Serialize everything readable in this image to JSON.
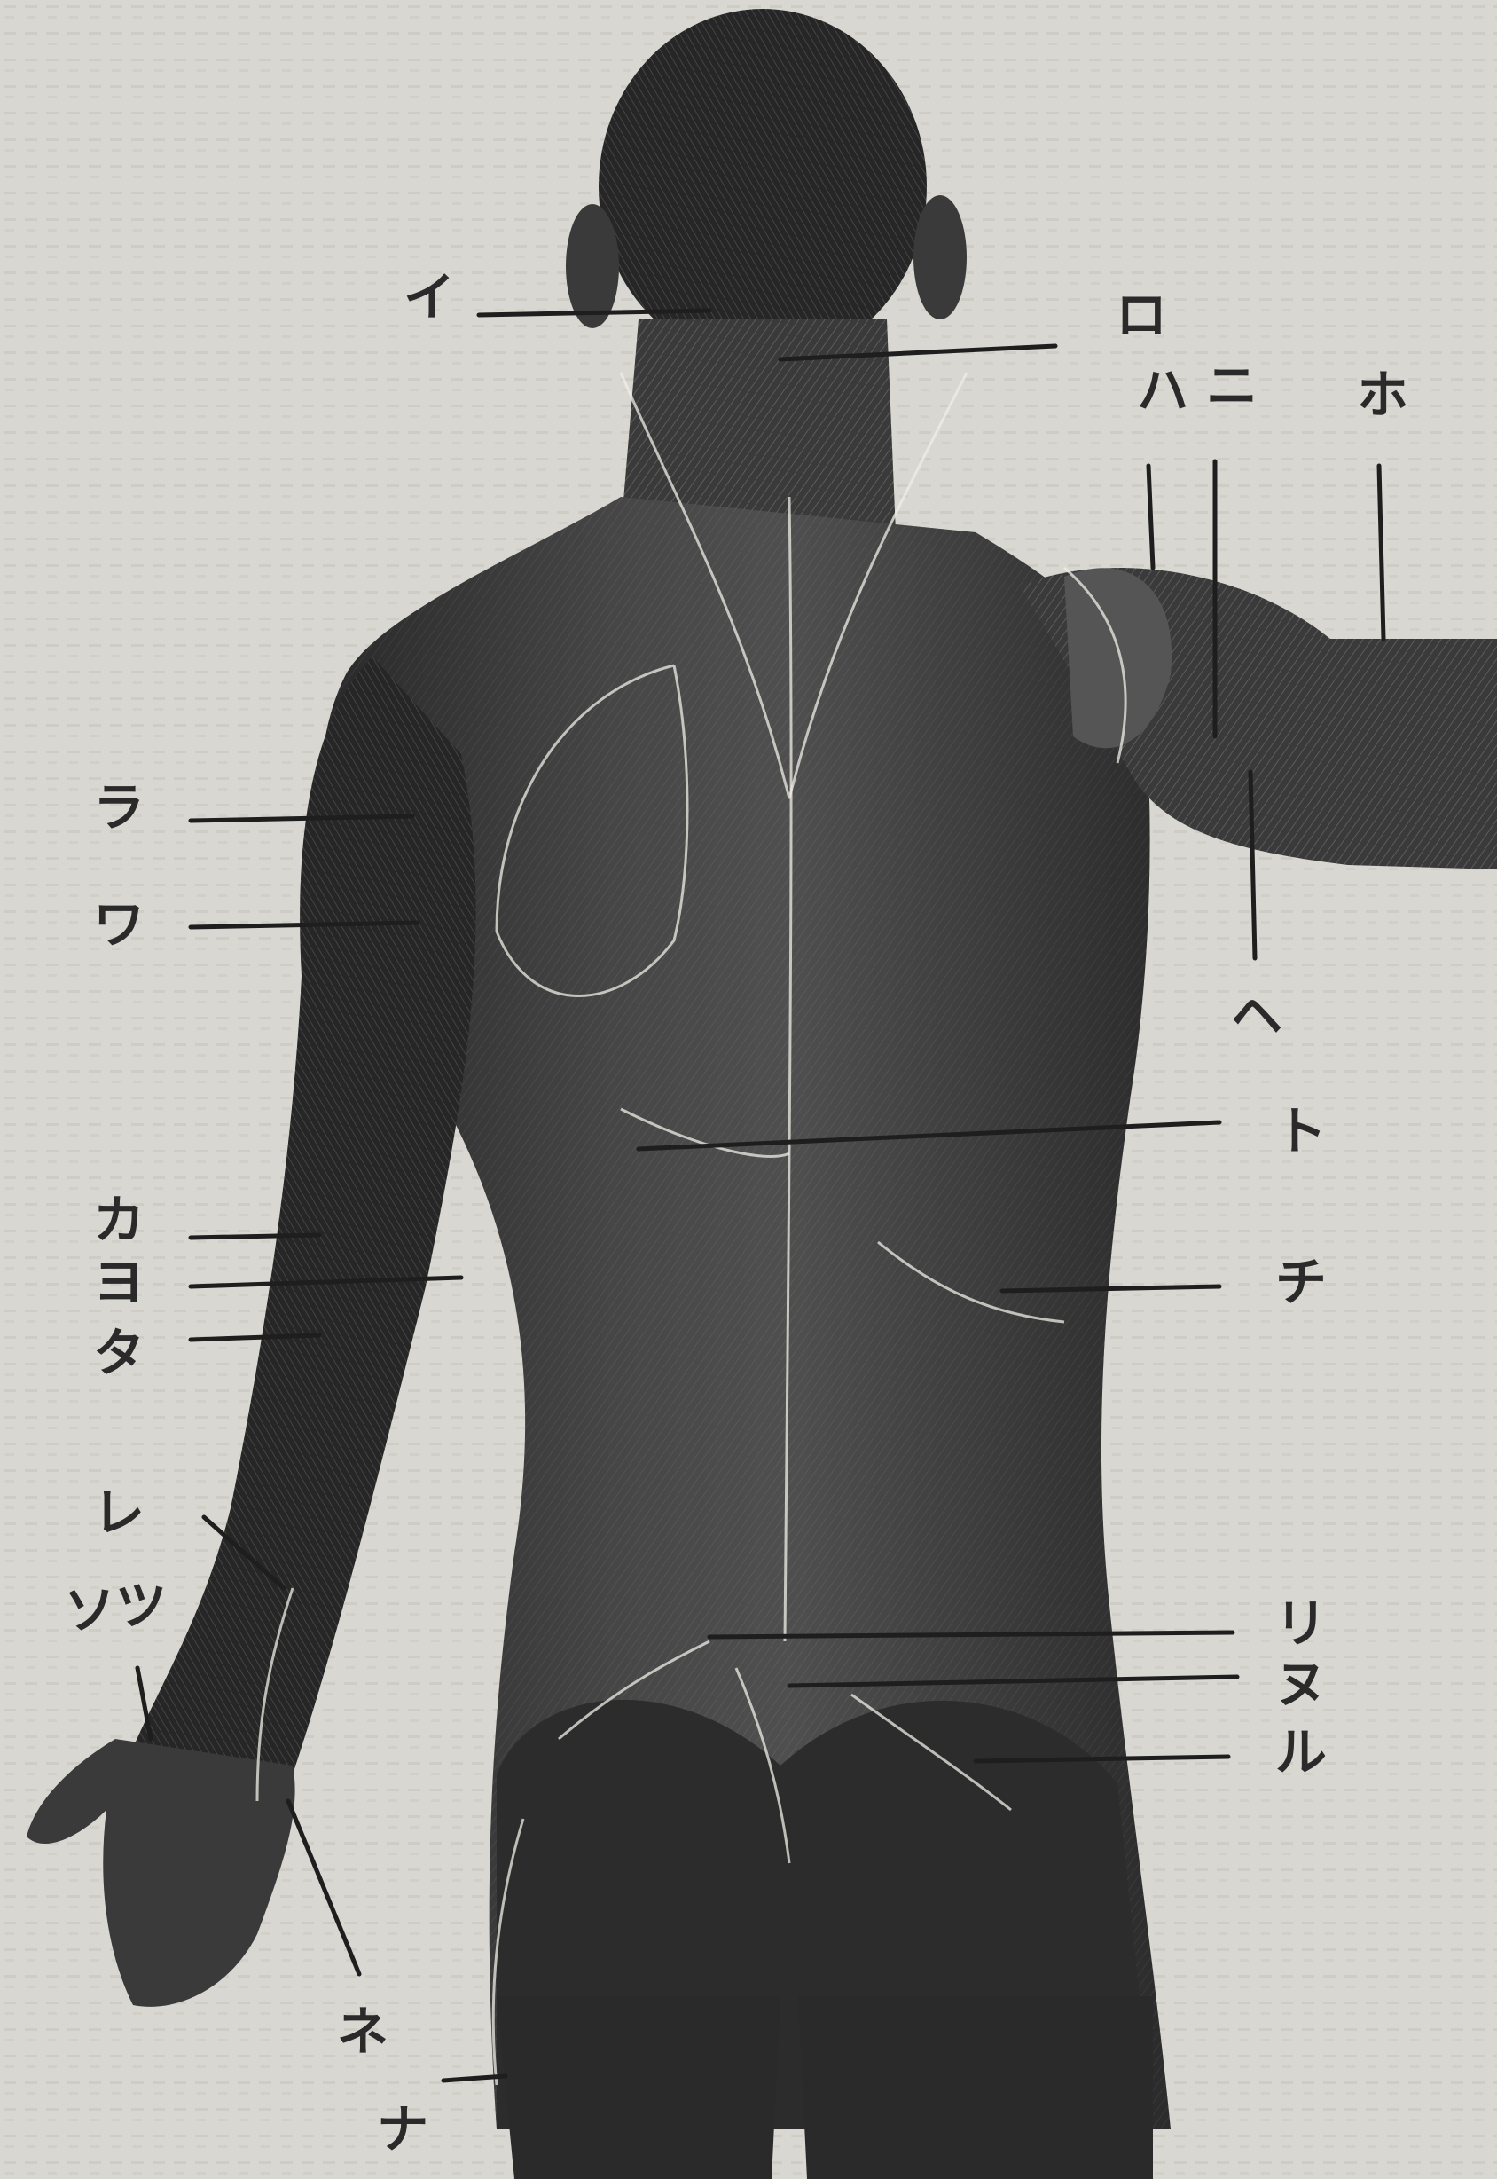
{
  "figure": {
    "subject": "Back view of human torso and arms with muscle labels",
    "labels": [
      {
        "id": "i",
        "text": "イ"
      },
      {
        "id": "ro",
        "text": "ロ"
      },
      {
        "id": "ha",
        "text": "ハ"
      },
      {
        "id": "ni",
        "text": "ニ"
      },
      {
        "id": "ho",
        "text": "ホ"
      },
      {
        "id": "he",
        "text": "ヘ"
      },
      {
        "id": "to",
        "text": "ト"
      },
      {
        "id": "chi",
        "text": "チ"
      },
      {
        "id": "ri",
        "text": "リ"
      },
      {
        "id": "nu",
        "text": "ヌ"
      },
      {
        "id": "ru",
        "text": "ル"
      },
      {
        "id": "ra",
        "text": "ラ"
      },
      {
        "id": "wa",
        "text": "ワ"
      },
      {
        "id": "ka",
        "text": "カ"
      },
      {
        "id": "yo",
        "text": "ヨ"
      },
      {
        "id": "ta",
        "text": "タ"
      },
      {
        "id": "re",
        "text": "レ"
      },
      {
        "id": "so",
        "text": "ソ"
      },
      {
        "id": "tsu",
        "text": "ツ"
      },
      {
        "id": "ne",
        "text": "ネ"
      },
      {
        "id": "na",
        "text": "ナ"
      }
    ]
  },
  "colors": {
    "paper": "#d9d7d2",
    "body_dark": "#2b2b2b",
    "body_mid": "#4a4a4a",
    "body_light": "#7a7a7a",
    "ink": "#1e1e1e"
  }
}
